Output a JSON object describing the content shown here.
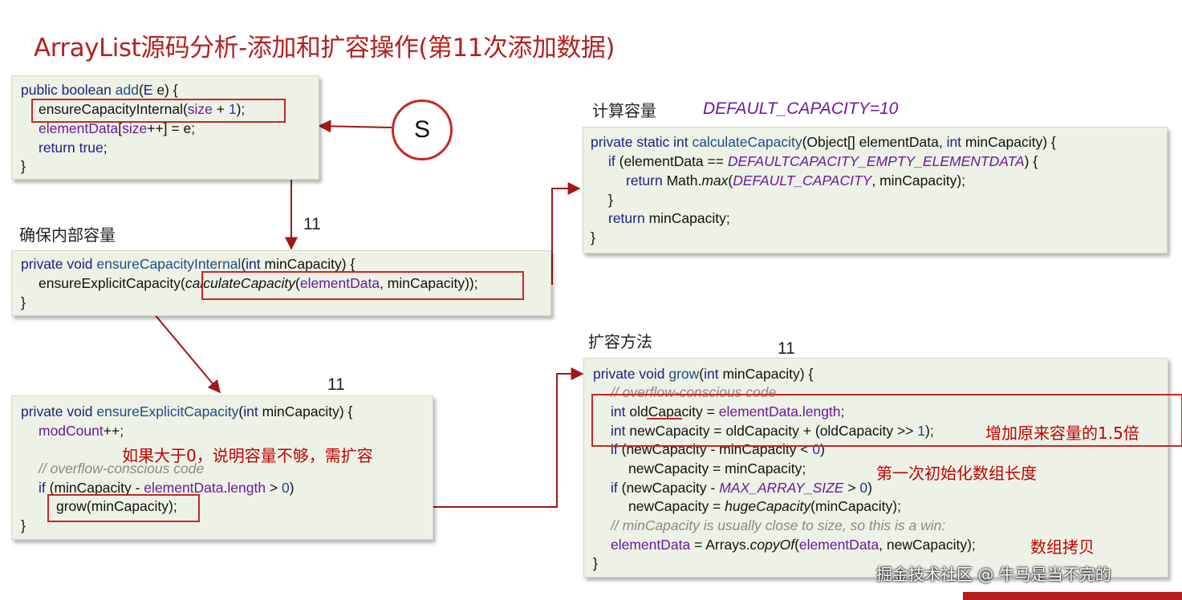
{
  "title": "ArrayList源码分析-添加和扩容操作(第11次添加数据)",
  "labels": {
    "calc_capacity": "计算容量",
    "default_capacity": "DEFAULT_CAPACITY=10",
    "ensure_internal": "确保内部容量",
    "grow_method": "扩容方法",
    "n1": "11",
    "n2": "11",
    "n3": "11",
    "s": "S"
  },
  "notes": {
    "need_grow": "如果大于0，说明容量不够，需扩容",
    "increase": "增加原来容量的1.5倍",
    "first_init": "第一次初始化数组长度",
    "copy": "数组拷贝"
  },
  "code": {
    "add": [
      "public boolean add(E e) {",
      "ensureCapacityInternal(size + 1);",
      "elementData[size++] = e;",
      "return true;",
      "}"
    ],
    "internal": [
      "private void ensureCapacityInternal(int minCapacity) {",
      "ensureExplicitCapacity(calculateCapacity(elementData, minCapacity));",
      "}"
    ],
    "explicit": [
      "private void ensureExplicitCapacity(int minCapacity) {",
      "modCount++;",
      "// overflow-conscious code",
      "if (minCapacity - elementData.length > 0)",
      "grow(minCapacity);",
      "}"
    ],
    "calc": [
      "private static int calculateCapacity(Object[] elementData, int minCapacity) {",
      "if (elementData == DEFAULTCAPACITY_EMPTY_ELEMENTDATA) {",
      "return Math.max(DEFAULT_CAPACITY, minCapacity);",
      "}",
      "return minCapacity;",
      "}"
    ],
    "grow": [
      "private void grow(int minCapacity) {",
      "// overflow-conscious code",
      "int oldCapacity = elementData.length;",
      "int newCapacity = oldCapacity + (oldCapacity >> 1);",
      "if (newCapacity - minCapacity < 0)",
      "newCapacity = minCapacity;",
      "if (newCapacity - MAX_ARRAY_SIZE > 0)",
      "newCapacity = hugeCapacity(minCapacity);",
      "// minCapacity is usually close to size, so this is a win:",
      "elementData = Arrays.copyOf(elementData, newCapacity);",
      "}"
    ]
  },
  "watermark": "掘金技术社区 @ 牛马是当不完的",
  "colors": {
    "title": "#b22222",
    "keyword": "#1a237e",
    "field": "#6a1b9a",
    "highlight": "#c62828",
    "box_bg": "#eef2e6"
  }
}
